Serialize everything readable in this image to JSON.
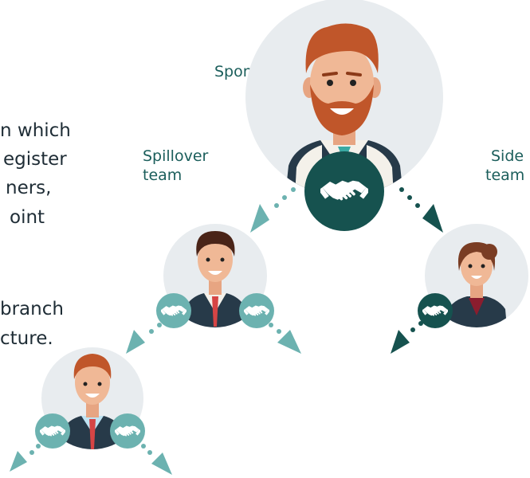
{
  "left_text": {
    "line1": "n which",
    "line2": "egister",
    "line3": "ners,",
    "line4": "oint",
    "line5": "branch",
    "line6": "cture."
  },
  "labels": {
    "sponsor": "Sponsor",
    "spillover_line1": "Spillover",
    "spillover_line2": "team",
    "side_line1": "Side",
    "side_line2": "team"
  },
  "icons": {
    "badge": "handshake-icon",
    "arrow": "arrowhead-icon"
  },
  "colors": {
    "dark_teal": "#16524f",
    "light_teal": "#6cb2b0",
    "circle_bg": "#e8ecef",
    "text": "#1f2d36",
    "label": "#1b5e5b"
  }
}
